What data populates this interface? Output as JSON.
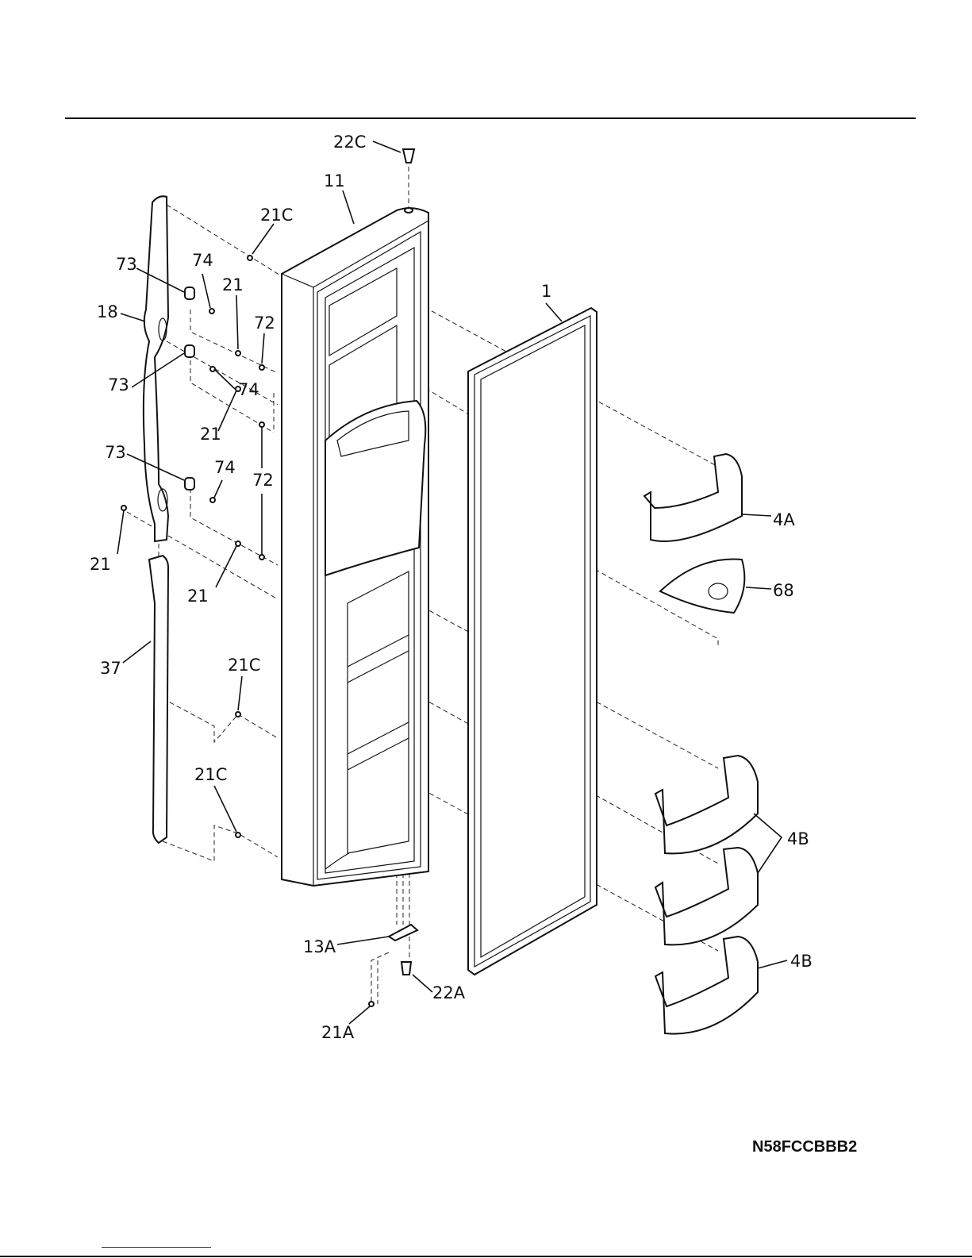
{
  "model_number": "N58FCCBBB2",
  "callouts": {
    "c22C": "22C",
    "c11": "11",
    "c21C_top": "21C",
    "c73_a": "73",
    "c74_a": "74",
    "c21_a": "21",
    "c18": "18",
    "c72_a": "72",
    "c73_b": "73",
    "c74_b": "74",
    "c21_b": "21",
    "c73_c": "73",
    "c74_c": "74",
    "c72_b": "72",
    "c21_c": "21",
    "c21_d": "21",
    "c37": "37",
    "c21C_mid": "21C",
    "c21C_low": "21C",
    "c1": "1",
    "c4A": "4A",
    "c68": "68",
    "c4B_a": "4B",
    "c4B_b": "4B",
    "c13A": "13A",
    "c22A": "22A",
    "c21A": "21A"
  }
}
